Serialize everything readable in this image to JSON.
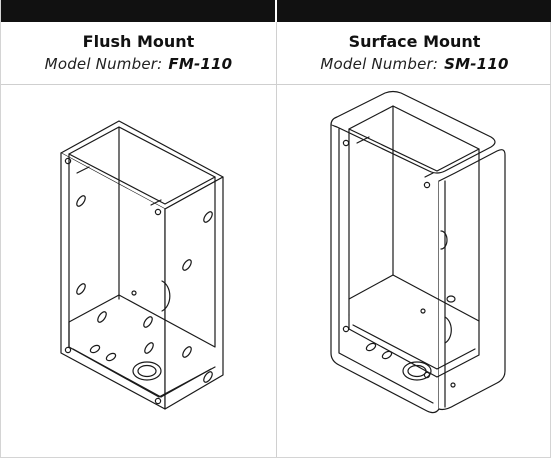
{
  "columns": [
    {
      "title": "Flush Mount",
      "model_label": "Model Number:",
      "model_number": "FM-110",
      "image_icon": "flush-mount-backbox-drawing"
    },
    {
      "title": "Surface Mount",
      "model_label": "Model Number:",
      "model_number": "SM-110",
      "image_icon": "surface-mount-backbox-drawing"
    }
  ],
  "colors": {
    "header_bar": "#111111",
    "divider": "#d0d0d0",
    "line_art": "#1a1a1a"
  }
}
